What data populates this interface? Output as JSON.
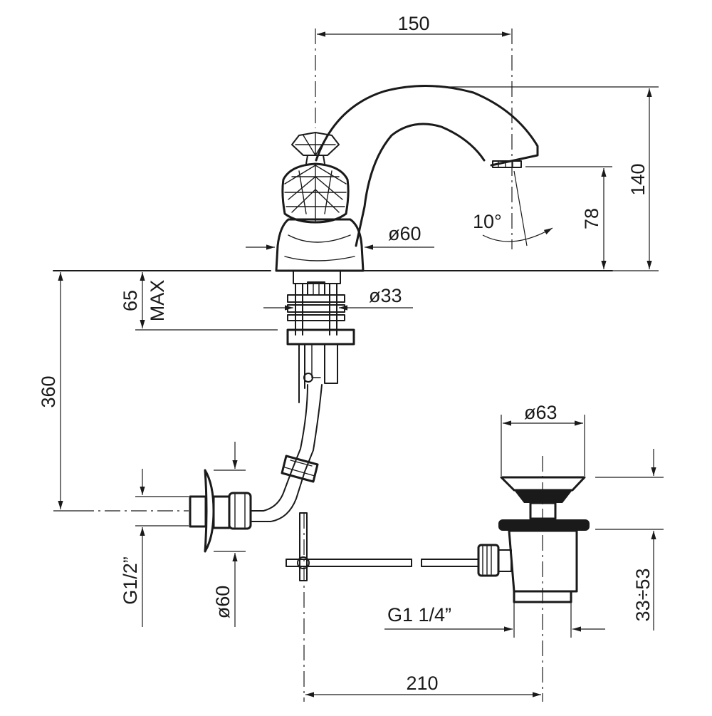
{
  "dimensions": {
    "spout_reach": "150",
    "total_height": "140",
    "outlet_height": "78",
    "spray_angle": "10°",
    "base_diameter": "ø60",
    "shank_diameter": "ø33",
    "max_deck_thickness": "65",
    "max_label": "MAX",
    "pipe_length": "360",
    "inlet_thread": "G1/2”",
    "escutcheon_diameter": "ø60",
    "waste_diameter": "ø63",
    "waste_thread": "G1 1/4”",
    "waste_adjust": "33÷53",
    "rod_length": "210"
  }
}
